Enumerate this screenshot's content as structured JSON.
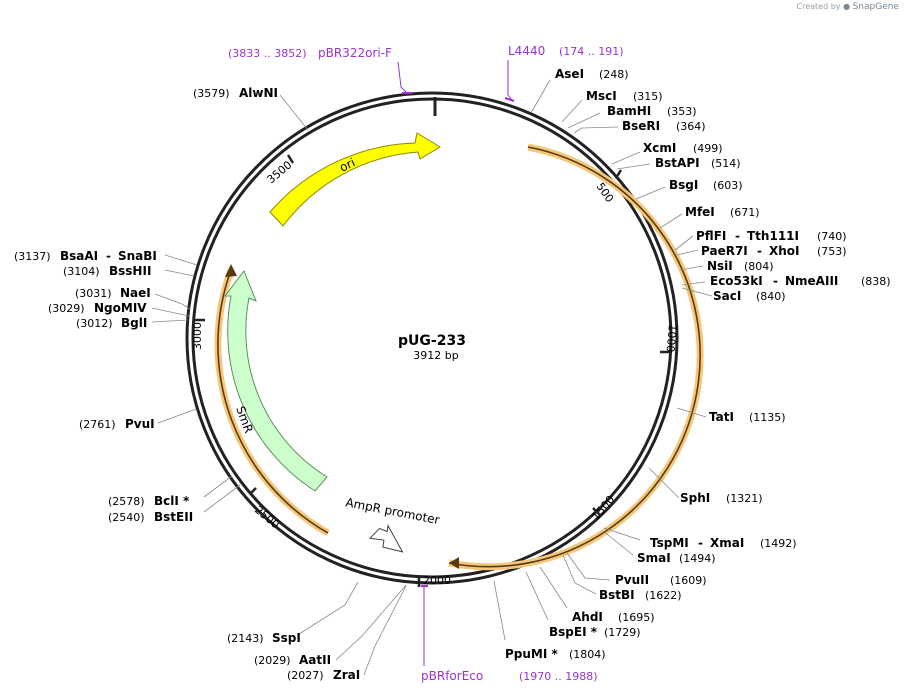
{
  "credit": {
    "prefix": "Created by",
    "brand": "SnapGene"
  },
  "plasmid": {
    "name": "pUG-233",
    "length_label": "3912 bp",
    "length": 3912
  },
  "ticks": [
    "500",
    "1000",
    "1500",
    "2000",
    "2500",
    "3000",
    "3500"
  ],
  "features": [
    {
      "name": "ori",
      "color": "#ffff00"
    },
    {
      "name": "SmR",
      "color": "#ccffcc"
    },
    {
      "name": "AmpR promoter",
      "color": "#ffffff"
    }
  ],
  "primers": [
    {
      "name": "pBR322ori-F",
      "range": "(3833 .. 3852)",
      "color": "#9933cc"
    },
    {
      "name": "L4440",
      "range": "(174 .. 191)",
      "color": "#9933cc"
    },
    {
      "name": "pBRforEco",
      "range": "(1970 .. 1988)",
      "color": "#9933cc"
    }
  ],
  "sites": [
    {
      "name": "AseI",
      "pos": "(248)"
    },
    {
      "name": "MscI",
      "pos": "(315)"
    },
    {
      "name": "BamHI",
      "pos": "(353)"
    },
    {
      "name": "BseRI",
      "pos": "(364)"
    },
    {
      "name": "XcmI",
      "pos": "(499)"
    },
    {
      "name": "BstAPI",
      "pos": "(514)"
    },
    {
      "name": "BsgI",
      "pos": "(603)"
    },
    {
      "name": "MfeI",
      "pos": "(671)"
    },
    {
      "name": "PflFI",
      "name2": "Tth111I",
      "pos": "(740)"
    },
    {
      "name": "PaeR7I",
      "name2": "XhoI",
      "pos": "(753)"
    },
    {
      "name": "NsiI",
      "pos": "(804)"
    },
    {
      "name": "Eco53kI",
      "name2": "NmeAIII",
      "pos": "(838)"
    },
    {
      "name": "SacI",
      "pos": "(840)"
    },
    {
      "name": "TatI",
      "pos": "(1135)"
    },
    {
      "name": "SphI",
      "pos": "(1321)"
    },
    {
      "name": "TspMI",
      "name2": "XmaI",
      "pos": "(1492)"
    },
    {
      "name": "SmaI",
      "pos": "(1494)"
    },
    {
      "name": "PvuII",
      "pos": "(1609)"
    },
    {
      "name": "BstBI",
      "pos": "(1622)"
    },
    {
      "name": "AhdI",
      "pos": "(1695)"
    },
    {
      "name": "BspEI *",
      "pos": "(1729)"
    },
    {
      "name": "PpuMI *",
      "pos": "(1804)"
    },
    {
      "name": "SspI",
      "pos": "(2143)"
    },
    {
      "name": "AatII",
      "pos": "(2029)"
    },
    {
      "name": "ZraI",
      "pos": "(2027)"
    },
    {
      "name": "BclI *",
      "pos": "(2578)"
    },
    {
      "name": "BstEII",
      "pos": "(2540)"
    },
    {
      "name": "PvuI",
      "pos": "(2761)"
    },
    {
      "name": "BglI",
      "pos": "(3012)"
    },
    {
      "name": "NgoMIV",
      "pos": "(3029)"
    },
    {
      "name": "NaeI",
      "pos": "(3031)"
    },
    {
      "name": "BssHII",
      "pos": "(3104)"
    },
    {
      "name": "BsaAI",
      "name2": "SnaBI",
      "pos": "(3137)"
    },
    {
      "name": "AlwNI",
      "pos": "(3579)"
    }
  ]
}
